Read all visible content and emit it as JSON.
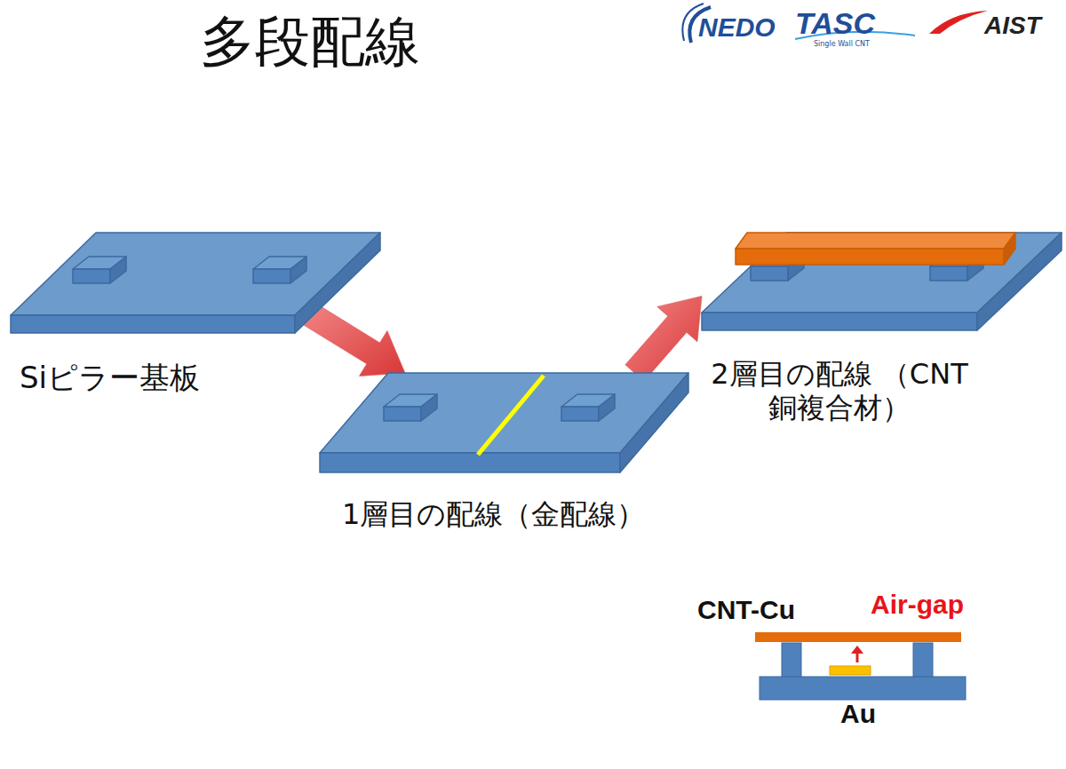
{
  "diagram": {
    "title": "多段配線",
    "nodes": [
      {
        "text": [
          "Siピラー基板"
        ]
      },
      {
        "text": [
          "1層目の配線（金配線）"
        ]
      },
      {
        "text": [
          "2層目の配線 （CNT銅複合材）"
        ]
      }
    ],
    "edges": [
      {
        "from": 0,
        "to": 1,
        "arrow": "to"
      },
      {
        "from": 1,
        "to": 2,
        "arrow": "to"
      }
    ],
    "labels": [
      "CNT-Cu",
      "Air-gap",
      "Au",
      "NEDO",
      "TASC",
      "Single Wall CNT",
      "AIST"
    ]
  }
}
